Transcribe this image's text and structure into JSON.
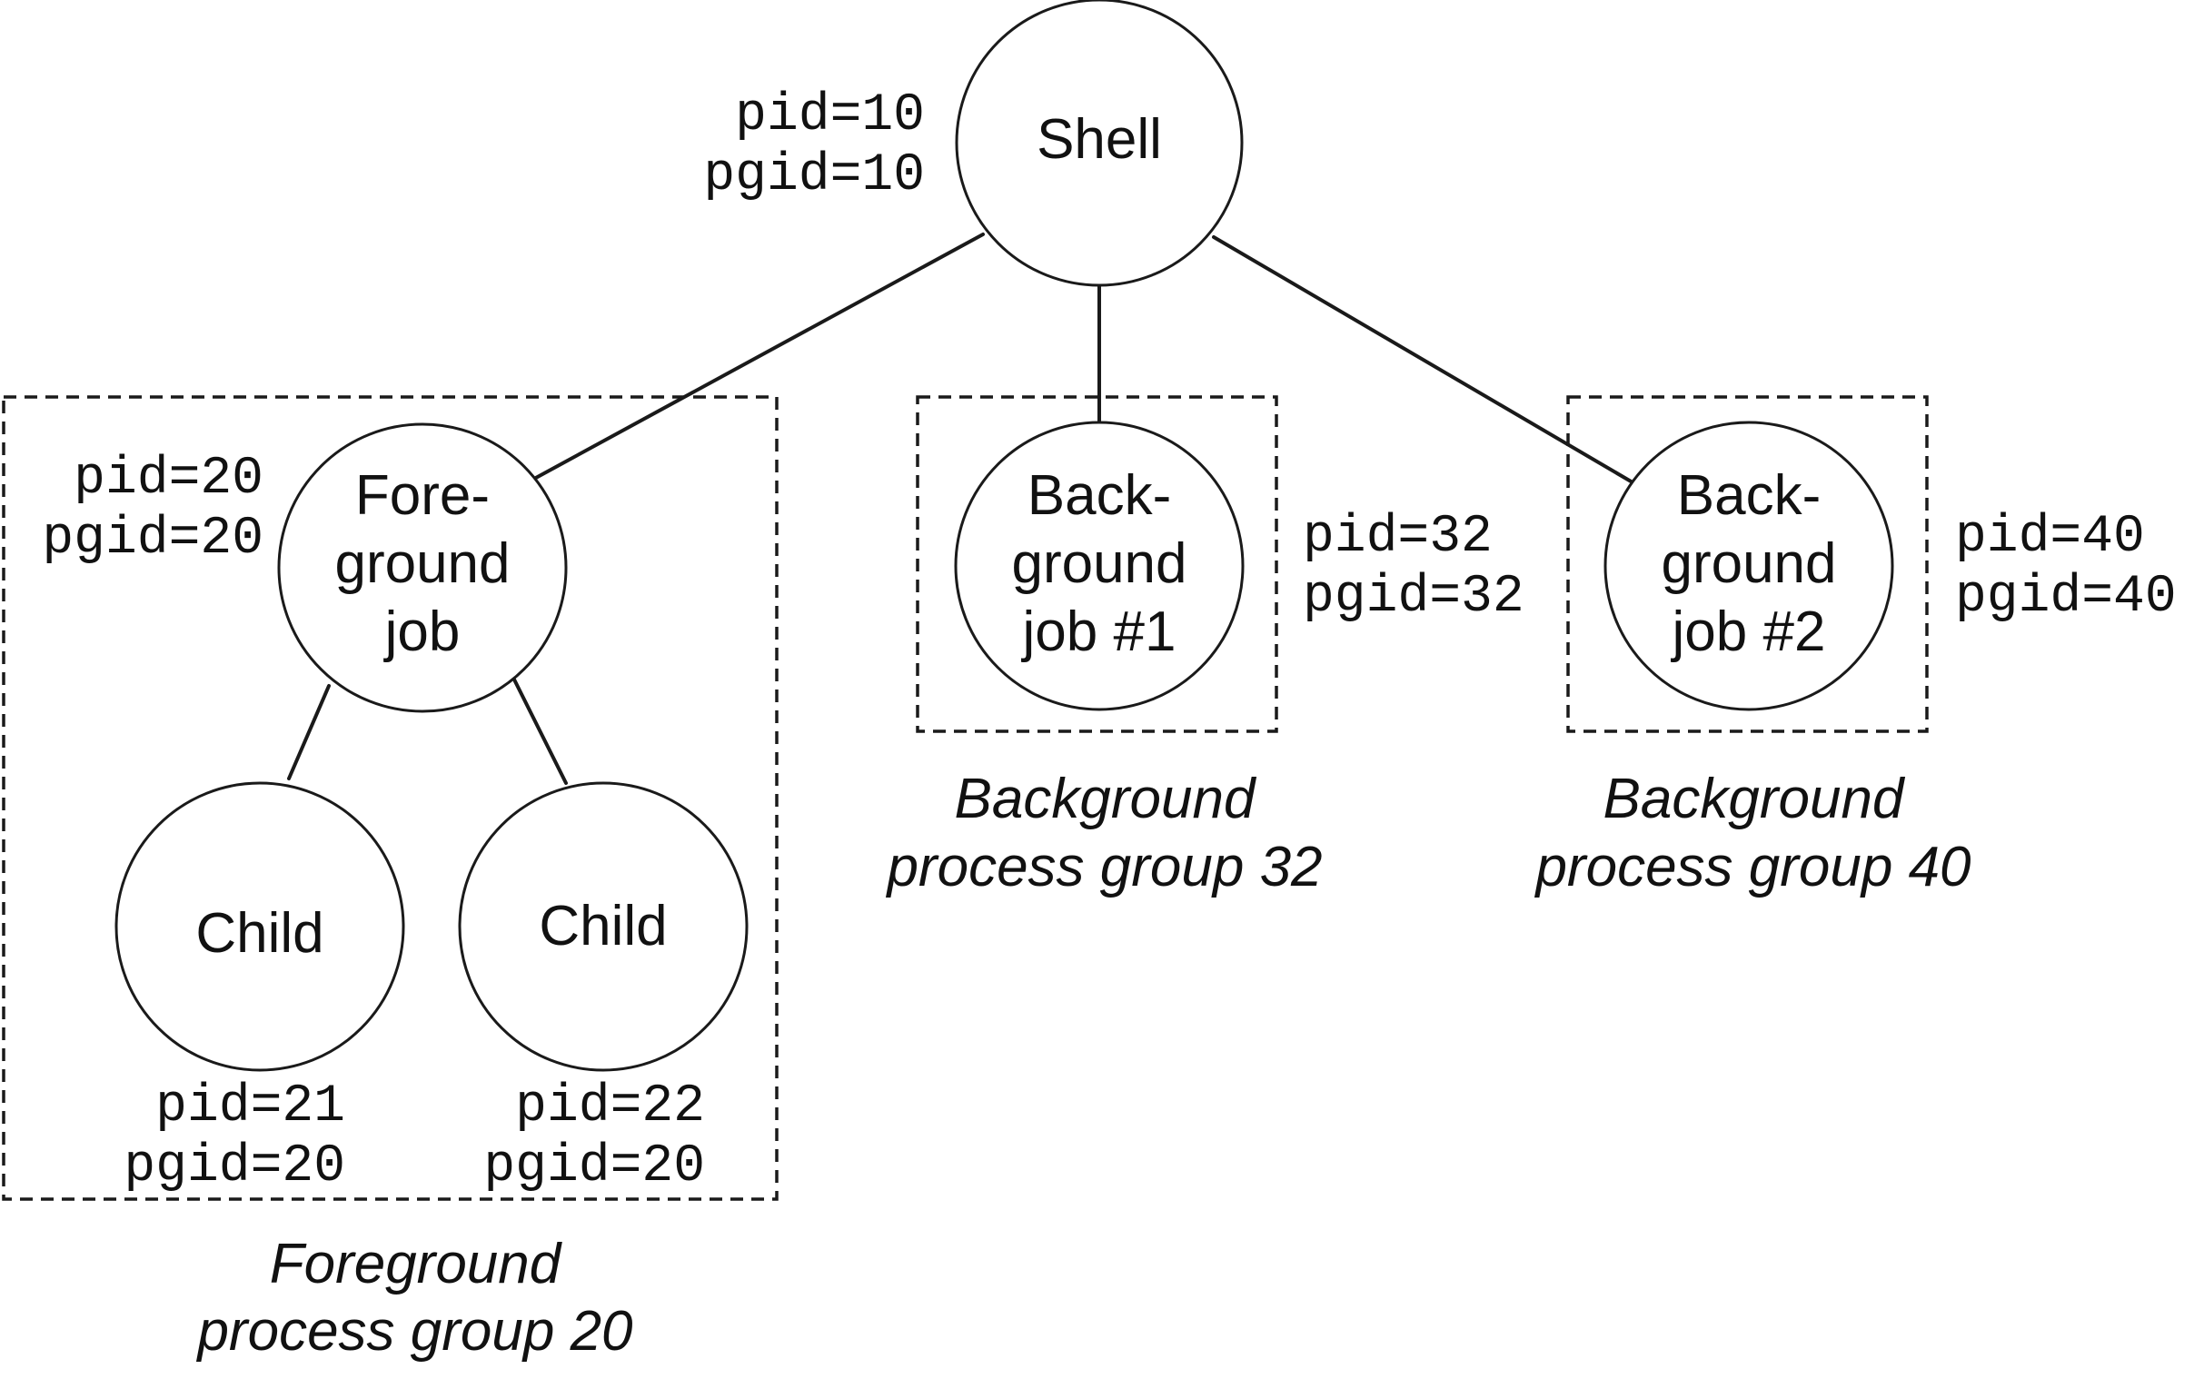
{
  "nodes": {
    "shell": {
      "label": "Shell",
      "pid": "pid=10",
      "pgid": "pgid=10"
    },
    "foreground_job": {
      "label_lines": [
        "Fore-",
        "ground",
        "job"
      ],
      "pid": "pid=20",
      "pgid": "pgid=20"
    },
    "child_1": {
      "label": "Child",
      "pid": "pid=21",
      "pgid": "pgid=20"
    },
    "child_2": {
      "label": "Child",
      "pid": "pid=22",
      "pgid": "pgid=20"
    },
    "background_job_1": {
      "label_lines": [
        "Back-",
        "ground",
        "job #1"
      ],
      "pid": "pid=32",
      "pgid": "pgid=32"
    },
    "background_job_2": {
      "label_lines": [
        "Back-",
        "ground",
        "job #2"
      ],
      "pid": "pid=40",
      "pgid": "pgid=40"
    }
  },
  "groups": {
    "foreground": {
      "caption_lines": [
        "Foreground",
        "process group 20"
      ]
    },
    "background_32": {
      "caption_lines": [
        "Background",
        "process group 32"
      ]
    },
    "background_40": {
      "caption_lines": [
        "Background",
        "process group 40"
      ]
    }
  }
}
